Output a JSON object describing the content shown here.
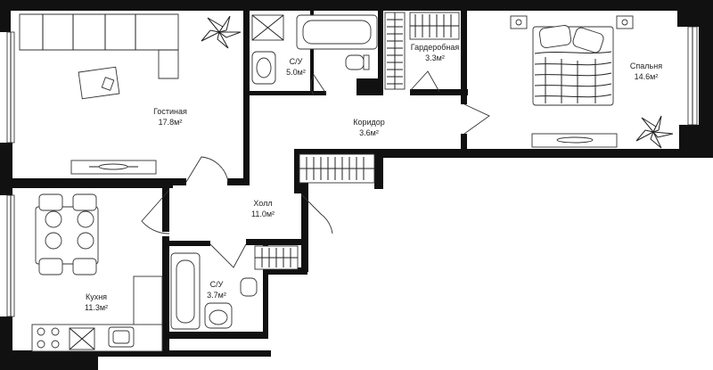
{
  "rooms": [
    {
      "name": "Гостиная",
      "area": "17.8м²"
    },
    {
      "name": "С/У",
      "area": "5.0м²"
    },
    {
      "name": "Гардеробная",
      "area": "3.3м²"
    },
    {
      "name": "Спальня",
      "area": "14.6м²"
    },
    {
      "name": "Коридор",
      "area": "3.6м²"
    },
    {
      "name": "Холл",
      "area": "11.0м²"
    },
    {
      "name": "С/У",
      "area": "3.7м²"
    },
    {
      "name": "Кухня",
      "area": "11.3м²"
    }
  ],
  "colors": {
    "wall": "#111111",
    "line": "#333333",
    "plant": "#222222",
    "background": "#ffffff"
  }
}
